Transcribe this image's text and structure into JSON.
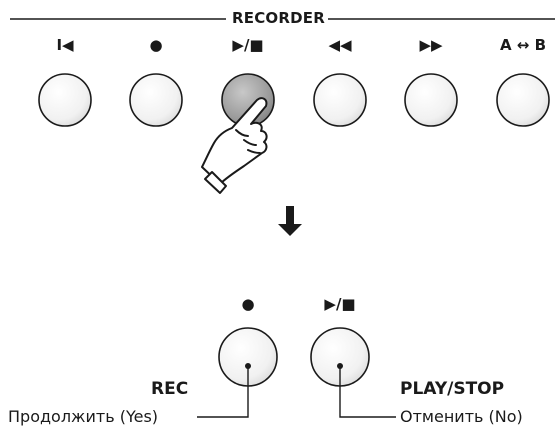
{
  "recorder": {
    "title": "RECORDER",
    "buttons": [
      {
        "label": "I◀",
        "icon": "reset-icon"
      },
      {
        "label": "●",
        "icon": "record-icon"
      },
      {
        "label": "▶/■",
        "icon": "play-stop-icon",
        "pressed": true
      },
      {
        "label": "◀◀",
        "icon": "rewind-icon"
      },
      {
        "label": "▶▶",
        "icon": "fast-forward-icon"
      },
      {
        "label": "A ↔ B",
        "icon": "ab-repeat-icon"
      }
    ]
  },
  "arrow": {
    "icon": "down-arrow-icon"
  },
  "bottom": {
    "rec": {
      "symbol": "●",
      "label": "REC",
      "action": "Продолжить (Yes)"
    },
    "play_stop": {
      "symbol": "▶/■",
      "label": "PLAY/STOP",
      "action": "Отменить (No)"
    }
  },
  "colors": {
    "ink": "#1a1a1a",
    "button_light": "#f5f5f5",
    "button_pressed": "#9a9a9a"
  }
}
